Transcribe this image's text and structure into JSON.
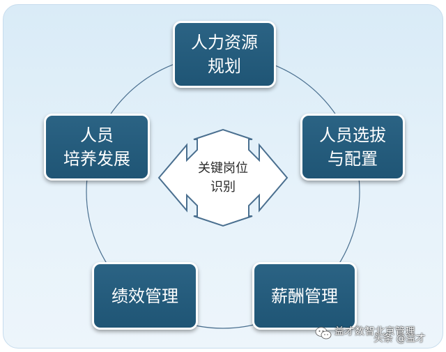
{
  "diagram": {
    "nodes": {
      "top": {
        "lines": [
          "人力资源",
          "规划"
        ]
      },
      "right": {
        "lines": [
          "人员选拔",
          "与配置"
        ]
      },
      "bottom_right": {
        "lines": [
          "薪酬管理"
        ]
      },
      "bottom_left": {
        "lines": [
          "绩效管理"
        ]
      },
      "left": {
        "lines": [
          "人员",
          "培养发展"
        ]
      }
    },
    "center": {
      "lines": [
        "关键岗位",
        "识别"
      ]
    }
  },
  "watermark": {
    "line1": "益才数智北京管理",
    "line2": "头条 @益才"
  },
  "colors": {
    "node_fill": "#245d7f",
    "background": "#dcedf8",
    "circle_line": "#4a6f8f",
    "arrow_outline": "#4a6f8f"
  }
}
